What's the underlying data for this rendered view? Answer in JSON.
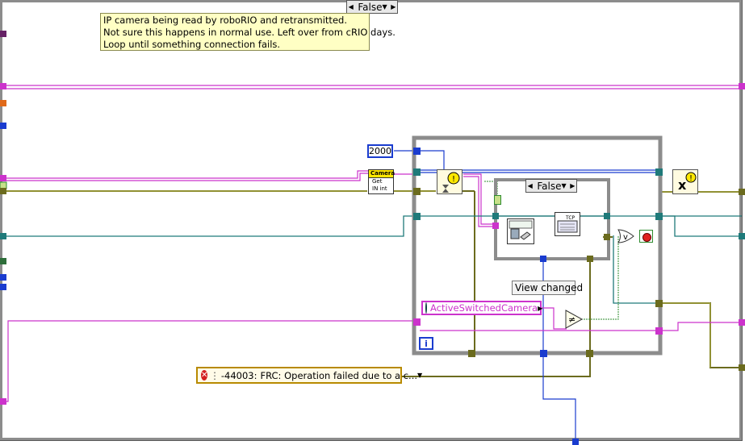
{
  "outer_case": {
    "selector_value": "False"
  },
  "inner_case": {
    "selector_value": "False"
  },
  "comment": {
    "lines": [
      "IP camera being read by roboRIO and retransmitted.",
      "Not sure this happens in normal use. Left over from cRIO days.",
      "Loop until something connection fails."
    ]
  },
  "timeout_constant": "2000",
  "camera_get_node": {
    "header": "Camera",
    "line1": "Get",
    "line2": "IN int"
  },
  "view_changed_label": "View changed",
  "active_camera_ring": "ActiveSwitchedCamera",
  "error_constant": {
    "code": "-44003",
    "text": "FRC: Operation failed due to a c..."
  },
  "loop_iteration_label": "i",
  "icons": [
    "error-icon",
    "globe-icon",
    "stop-icon",
    "wait-icon",
    "not-equal-icon",
    "or-icon",
    "tcp-icon",
    "clear-error-icon"
  ],
  "colors": {
    "refnum_wire": "#cc33cc",
    "error_wire": "#6b6b1e",
    "cluster_wire": "#1f7a7a",
    "numeric_wire": "#1a3ccf",
    "boolean_wire": "#2e8b2e",
    "frame_gray": "#8c8c8c"
  }
}
